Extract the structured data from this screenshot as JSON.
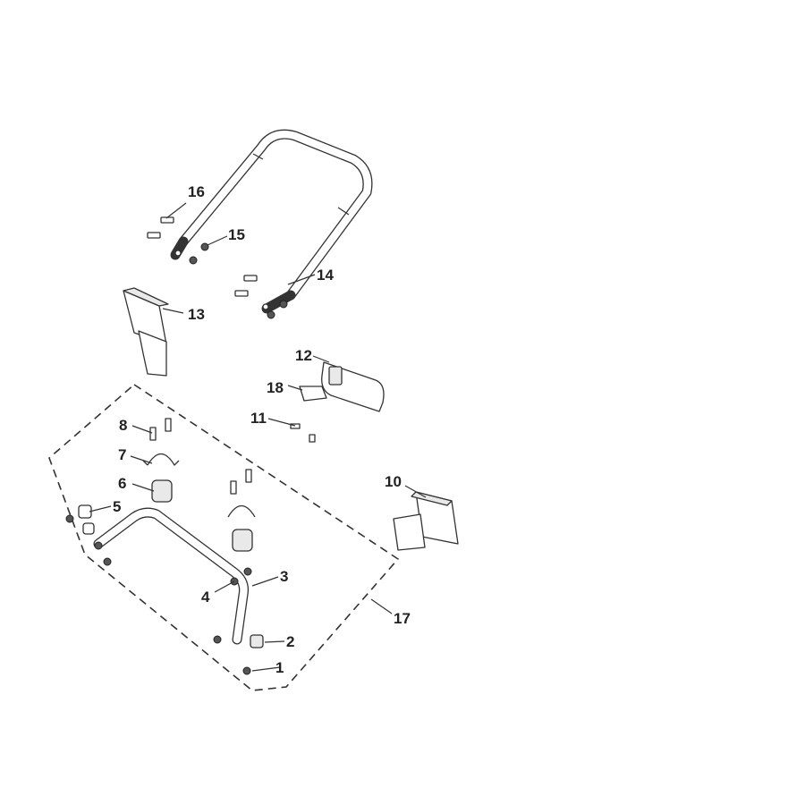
{
  "callouts": [
    "1",
    "2",
    "3",
    "4",
    "5",
    "6",
    "7",
    "8",
    "10",
    "11",
    "12",
    "13",
    "14",
    "15",
    "16",
    "17",
    "18"
  ],
  "colors": {
    "line": "#333333",
    "background": "#ffffff"
  }
}
